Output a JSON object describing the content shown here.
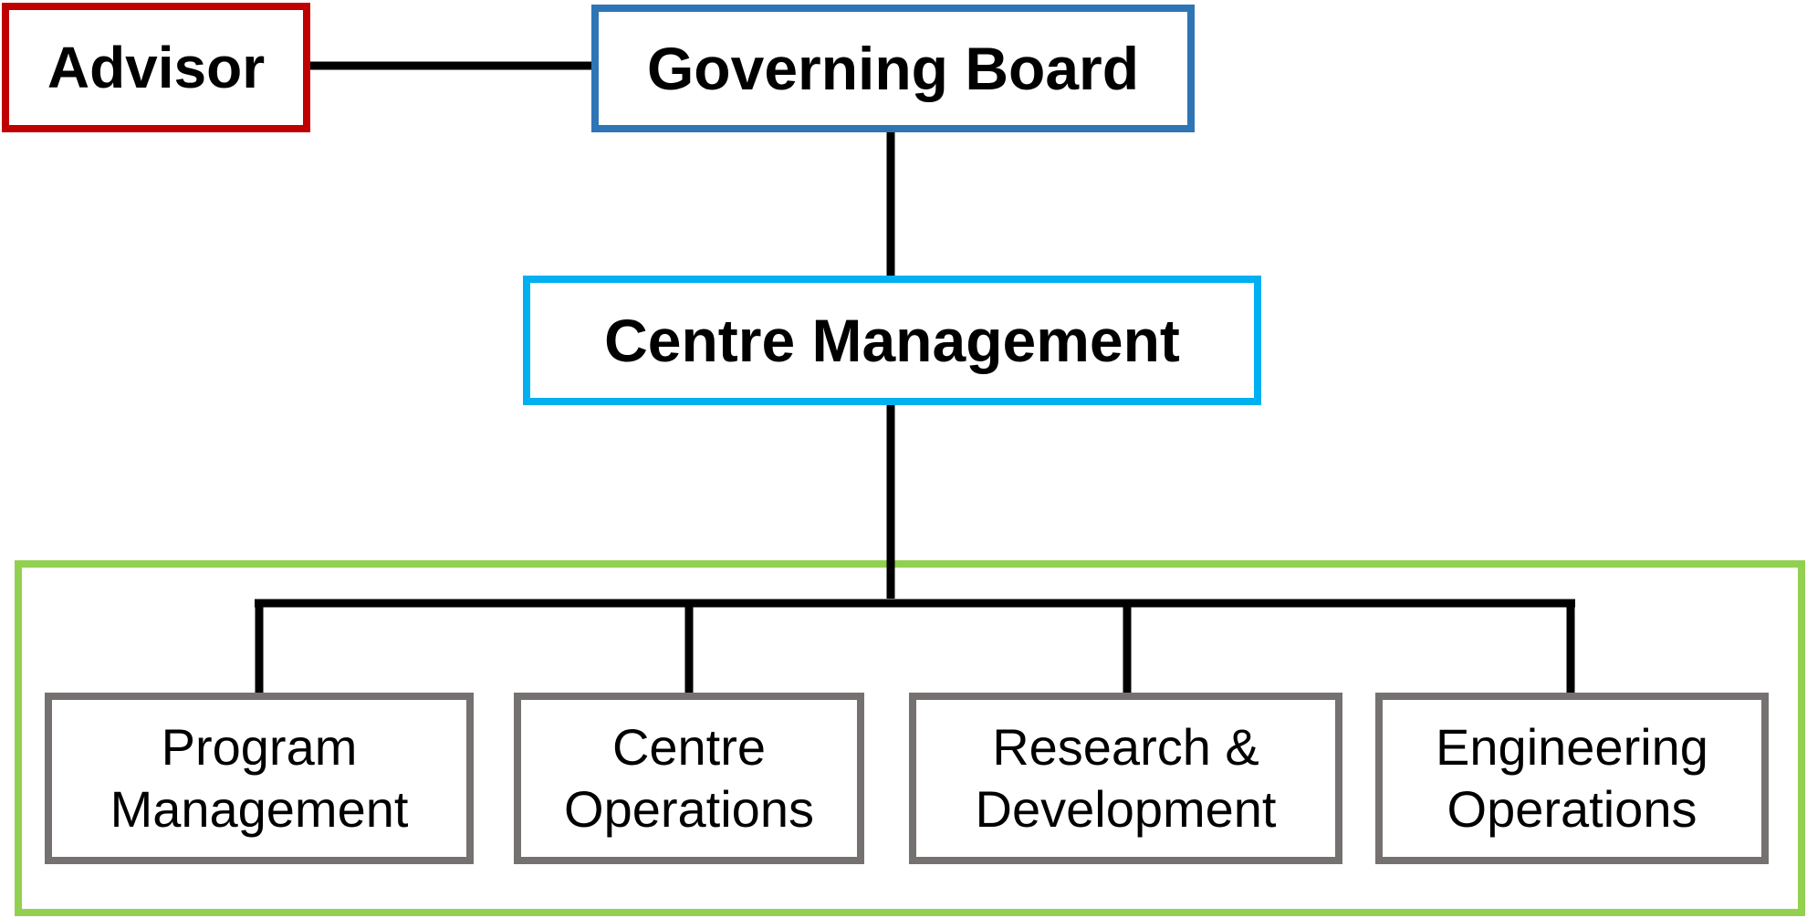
{
  "nodes": {
    "advisor": "Advisor",
    "governing_board": "Governing Board",
    "centre_management": "Centre Management",
    "units": [
      "Program\nManagement",
      "Centre\nOperations",
      "Research &\nDevelopment",
      "Engineering\nOperations"
    ]
  },
  "colors": {
    "advisor_border": "#c00000",
    "board_border": "#2e75b6",
    "management_border": "#00b0f0",
    "group_border": "#92d050",
    "unit_border": "#767171",
    "connector": "#000000"
  }
}
